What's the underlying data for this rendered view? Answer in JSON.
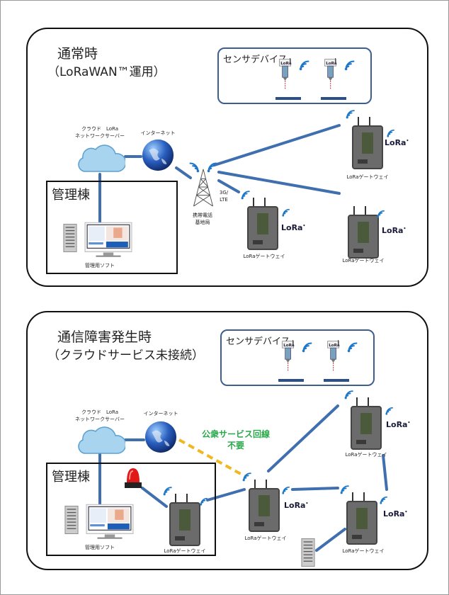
{
  "normal": {
    "title": "通常時",
    "subtitle": "（LoRaWAN™運用）",
    "sensor_box_label": "センサデバイス",
    "cloud_label_1": "クラウド　LoRa",
    "cloud_label_2": "ネットワークサーバー",
    "internet_label": "インターネット",
    "tower_label_1": "携帯電話",
    "tower_label_2": "基地局",
    "cellular_label_1": "3G/",
    "cellular_label_2": "LTE",
    "building_label": "管理棟",
    "software_label": "管理用ソフト",
    "gateway_label": "LoRaゲートウェイ",
    "lora_mark": "LoRa",
    "sensor_mark": "LoRa"
  },
  "outage": {
    "title": "通信障害発生時",
    "subtitle": "（クラウドサービス未接続）",
    "sensor_box_label": "センサデバイス",
    "cloud_label_1": "クラウド　LoRa",
    "cloud_label_2": "ネットワークサーバー",
    "internet_label": "インターネット",
    "public_line_1": "公衆サービス回線",
    "public_line_2": "不要",
    "building_label": "管理棟",
    "software_label": "管理用ソフト",
    "gateway_label": "LoRaゲートウェイ",
    "lora_mark": "LoRa"
  },
  "colors": {
    "link": "#3f6fae",
    "dashed": "#f0b820",
    "green_text": "#2aa84a",
    "wifi": "#1e78c8",
    "cloud": "#a8d4f0"
  }
}
